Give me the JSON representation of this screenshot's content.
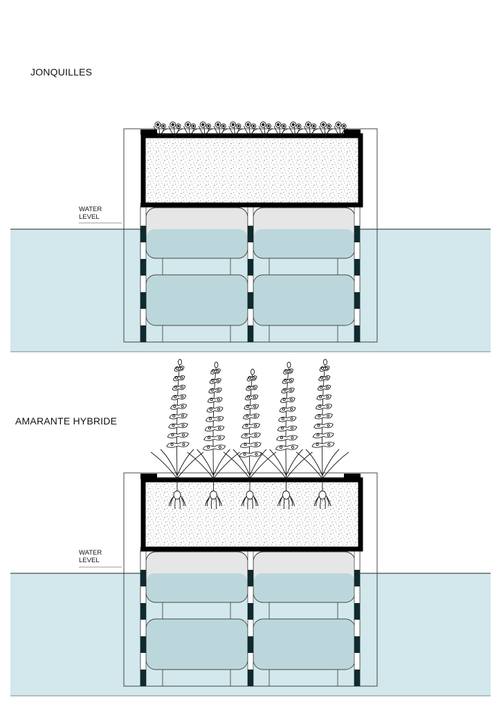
{
  "colors": {
    "water": "#d2e8ec",
    "water_line": "#222222",
    "float_above": "#e6e6e6",
    "float_below": "#bcd7db",
    "soil_speckle": "#555555",
    "frame": "#000000",
    "post_dark": "#0e2a2e",
    "plant": "#111111"
  },
  "diagrams": [
    {
      "title": "JONQUILLES",
      "water_label_line1": "WATER",
      "water_label_line2": "LEVEL",
      "plant_type": "daffodil-icon",
      "plant_count": 13
    },
    {
      "title": "AMARANTE HYBRIDE",
      "water_label_line1": "WATER",
      "water_label_line2": "LEVEL",
      "plant_type": "amaranth-icon",
      "plant_count": 5
    }
  ]
}
